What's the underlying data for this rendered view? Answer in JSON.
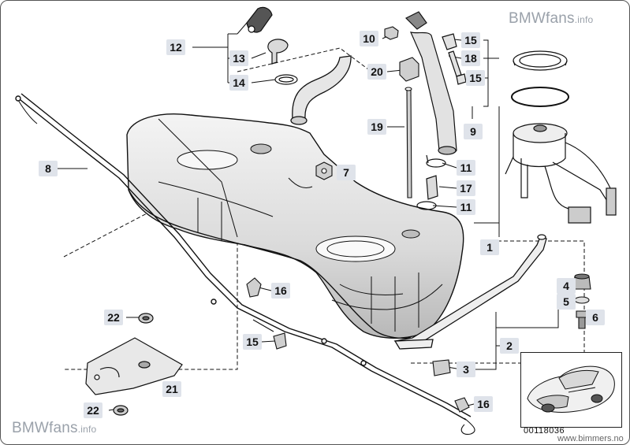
{
  "watermarks": {
    "top_brand": "BMWfans",
    "top_suffix": ".info",
    "bottom_brand": "BMWfans",
    "bottom_suffix": ".info",
    "site_credit": "www.bimmers.no"
  },
  "diagram_ref": "00118036",
  "callouts": {
    "c12": "12",
    "c13": "13",
    "c14": "14",
    "c10": "10",
    "c20": "20",
    "c19": "19",
    "c15a": "15",
    "c18": "18",
    "c15b": "15",
    "c9": "9",
    "c8": "8",
    "c7": "7",
    "c11a": "11",
    "c17": "17",
    "c11b": "11",
    "c1": "1",
    "c16a": "16",
    "c22a": "22",
    "c15c": "15",
    "c4": "4",
    "c5": "5",
    "c6": "6",
    "c2": "2",
    "c3": "3",
    "c21": "21",
    "c22b": "22",
    "c16b": "16"
  },
  "colors": {
    "line": "#111111",
    "callout_bg": "#dfe3ea",
    "tank_shade": "#c9c9c9",
    "watermark": "#9aa1aa"
  }
}
